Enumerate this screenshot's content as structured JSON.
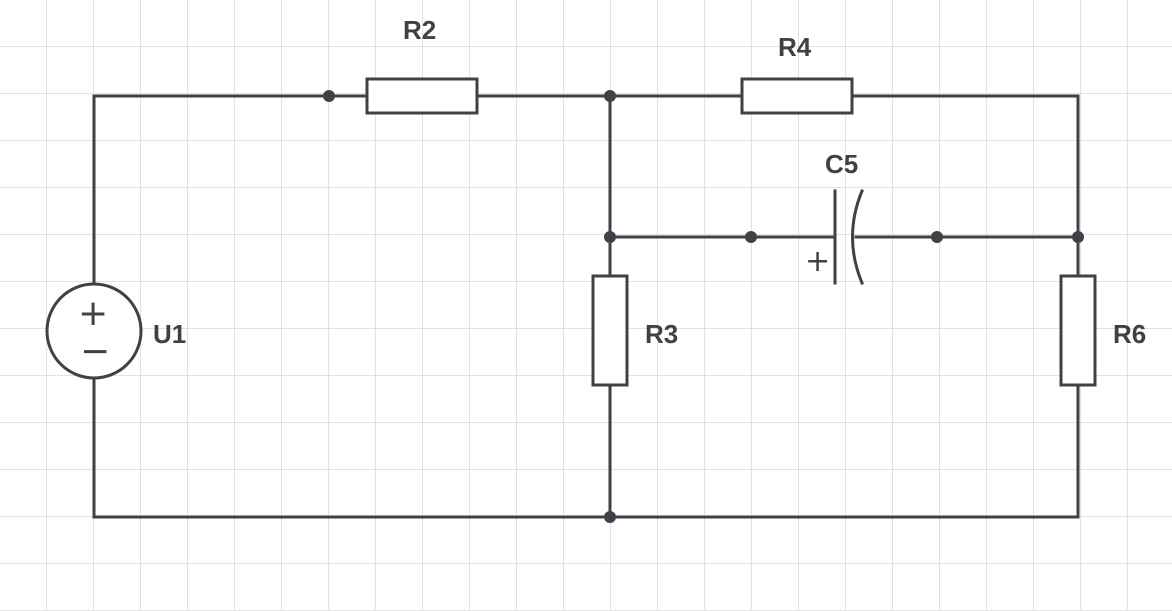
{
  "schematic": {
    "labels": {
      "U1": "U1",
      "R2": "R2",
      "R3": "R3",
      "R4": "R4",
      "C5": "C5",
      "R6": "R6"
    },
    "symbols": {
      "source_plus": "+",
      "source_minus": "−",
      "cap_plus": "+"
    },
    "colors": {
      "ink": "#3d4247",
      "grid": "#e2e2e2",
      "background": "#ffffff"
    }
  }
}
